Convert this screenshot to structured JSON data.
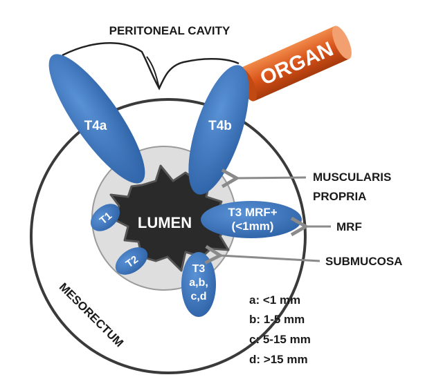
{
  "title": "PERITONEAL CAVITY",
  "organ": "ORGAN",
  "lumen": "LUMEN",
  "stages": {
    "t4a": "T4a",
    "t4b": "T4b",
    "t1": "T1",
    "t2": "T2",
    "t3mrf_line1": "T3 MRF+",
    "t3mrf_line2": "(<1mm)",
    "t3_line1": "T3",
    "t3_line2": "a,b,",
    "t3_line3": "c,d"
  },
  "labels": {
    "muscularis_1": "MUSCULARIS",
    "muscularis_2": "PROPRIA",
    "mrf": "MRF",
    "submucosa": "SUBMUCOSA",
    "mesorectum": "MESORECTUM"
  },
  "legend": [
    "a: <1 mm",
    "b: 1-5 mm",
    "c: 5-15 mm",
    "d: >15 mm"
  ],
  "colors": {
    "tumor": "#3f77c0",
    "organ": "#e0601e",
    "lumen": "#2a2a2a",
    "submucosa": "#dedede"
  }
}
